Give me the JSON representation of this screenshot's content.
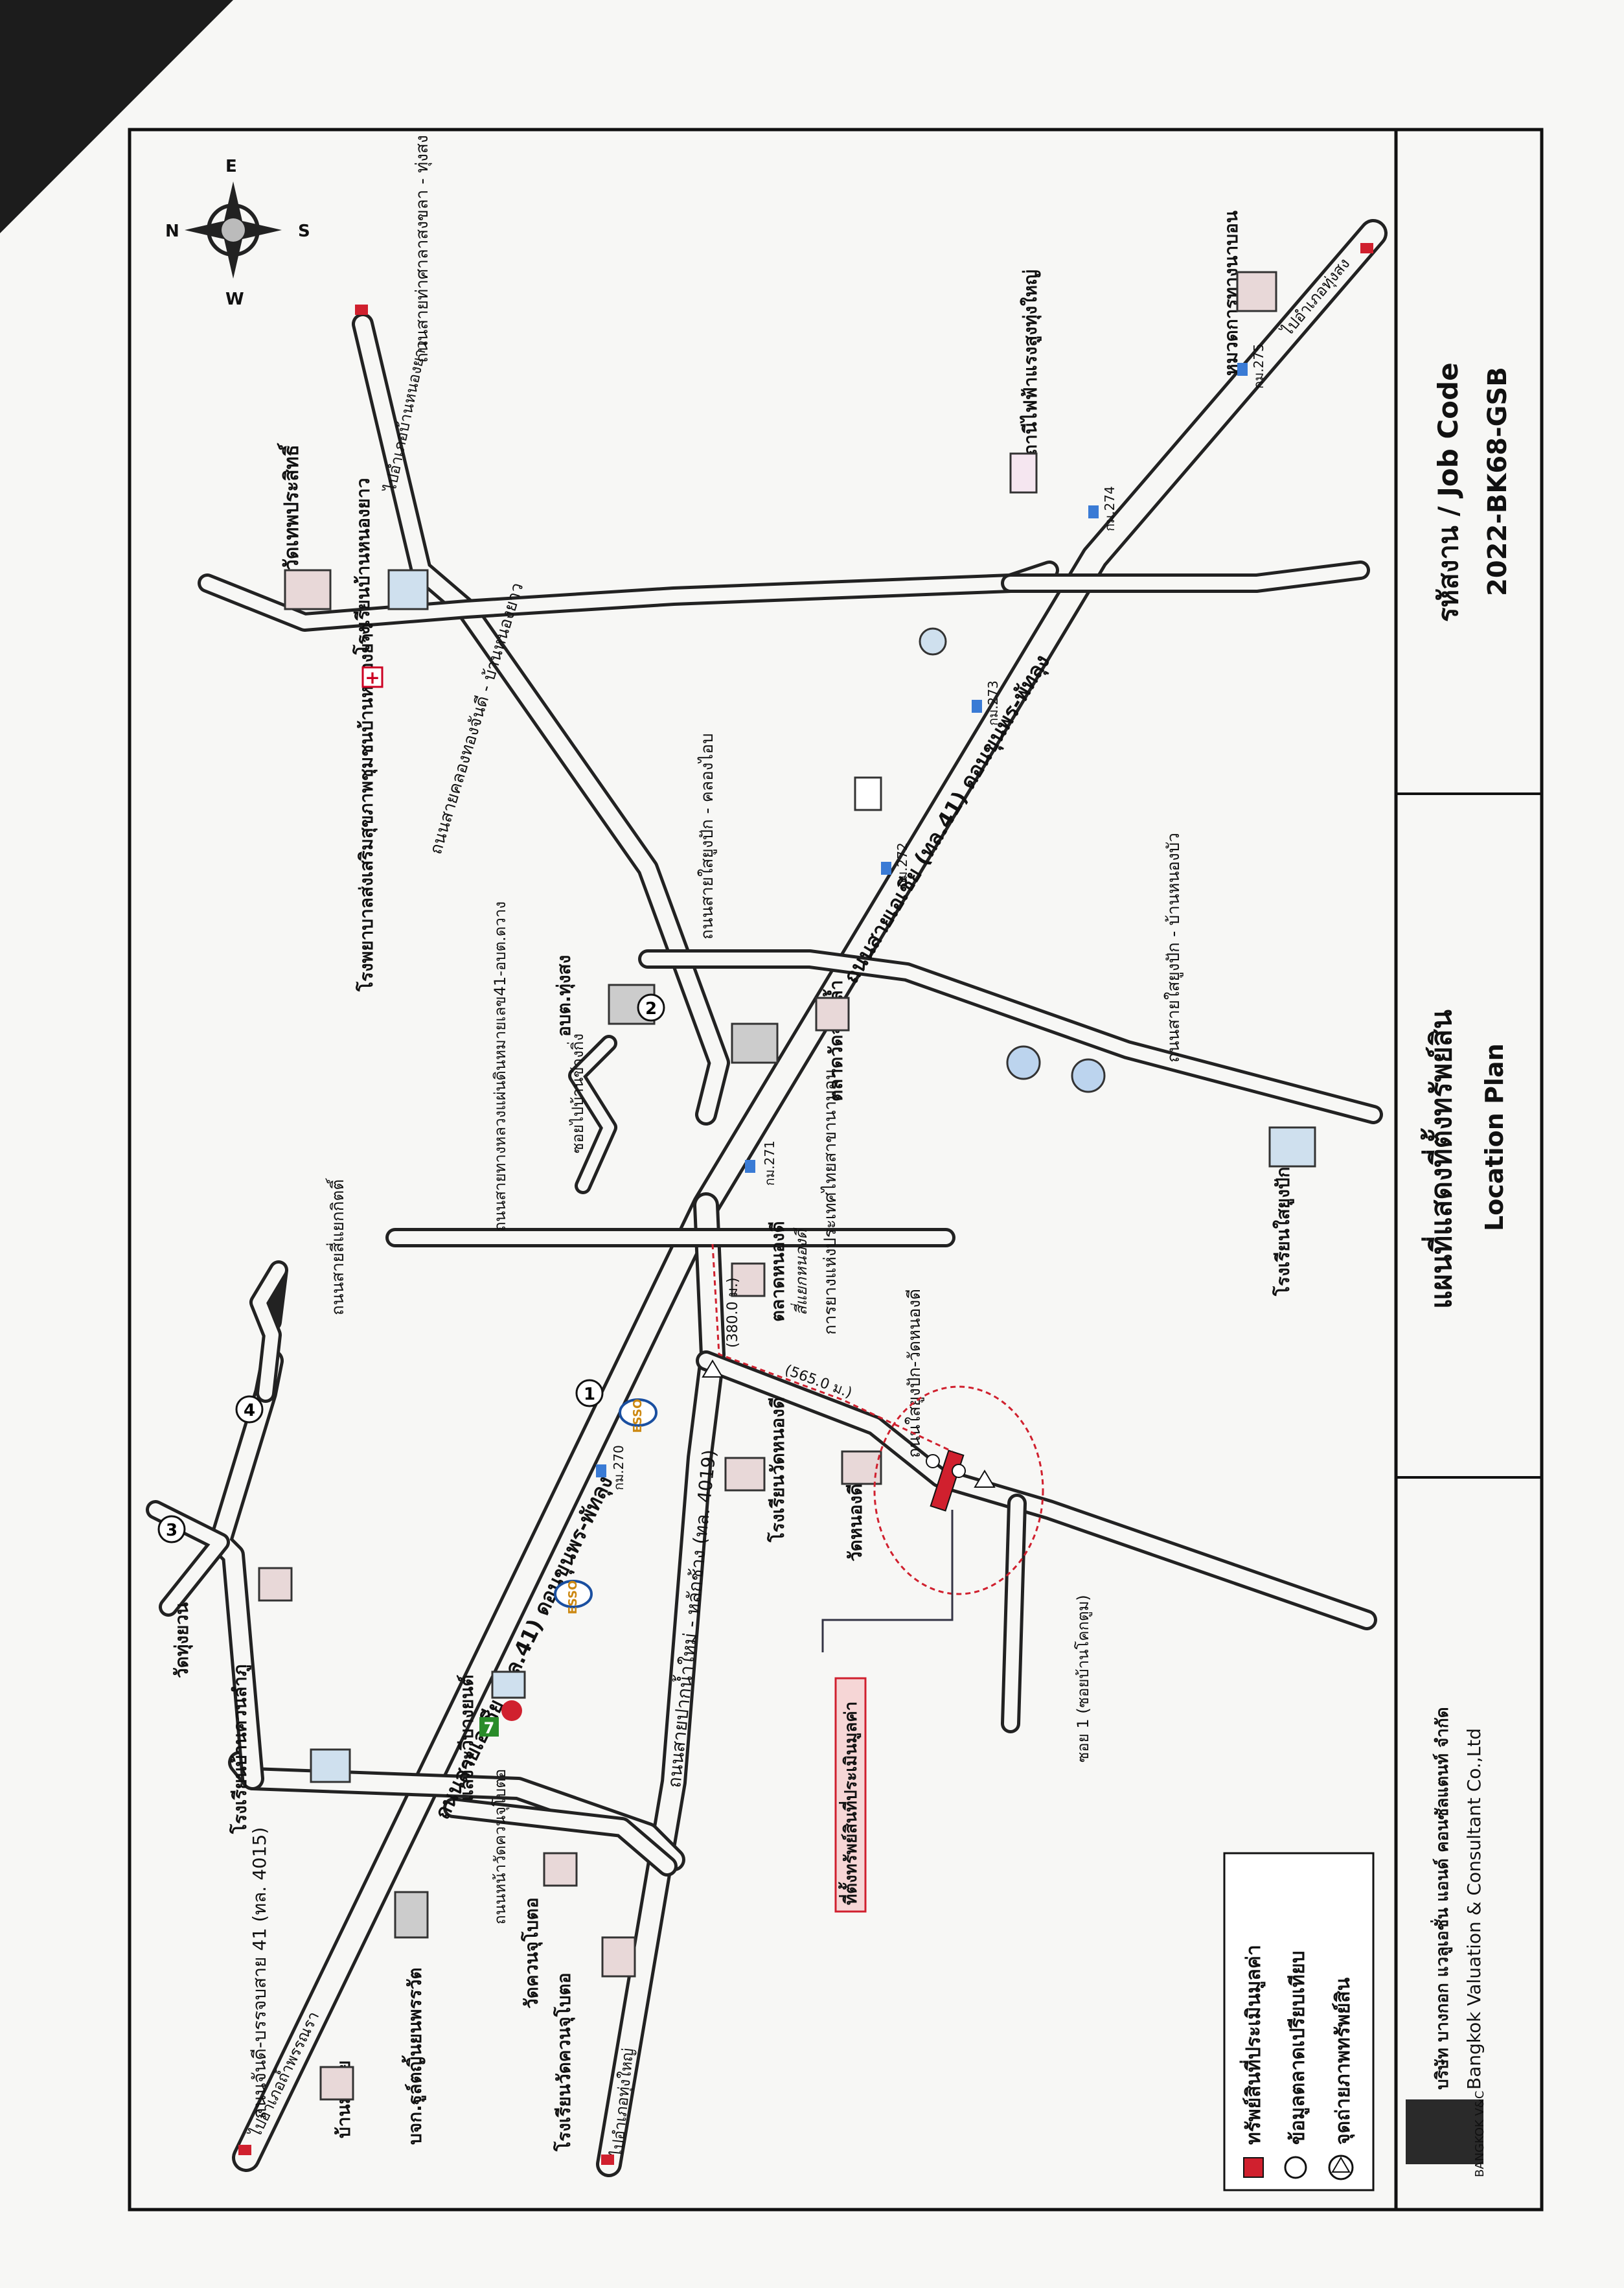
{
  "title_box": {
    "title_th": "แผนที่แสดงที่ตั้งทรัพย์สิน",
    "title_en": "Location Plan",
    "job_code_label": "รหัสงาน / Job Code",
    "job_code": "2022-BK68-GSB"
  },
  "company": {
    "name_th": "บริษัท บางกอก แวลูเอชั่น แอนด์ คอนซัลแตนท์ จำกัด",
    "name_en": "Bangkok Valuation & Consultant Co.,Ltd",
    "logo_text": "BANGKOK V&C"
  },
  "legend": [
    {
      "symbol": "square",
      "label": "ทรัพย์สินที่ประเมินมูลค่า",
      "color": "#d0202e"
    },
    {
      "symbol": "circle",
      "label": "ข้อมูลตลาดเปรียบเทียบ"
    },
    {
      "symbol": "triangle-circle",
      "label": "จุดถ่ายภาพทรัพย์สิน"
    }
  ],
  "compass": {
    "n": "N",
    "e": "E",
    "s": "S",
    "w": "W"
  },
  "subject_label": "ที่ตั้งทรัพย์สินที่ประเมินมูลค่า",
  "distance_1": "(380.0 ม.)",
  "distance_2": "(565.0 ม.)",
  "markers": [
    "1",
    "2",
    "3",
    "4"
  ],
  "brands": {
    "esso": "ESSO",
    "seven": "7"
  },
  "roads": {
    "main1": "ถนนสายเอเชีย (ทล.41) ดอนขุนพร-พัทลุง",
    "main2": "ถนนสายเอเชีย (ทล.41) ดอนขุนพร-พัทลุง",
    "r4015": "ถนนจันดี-บรรจบสาย 41 (ทล. 4015)",
    "r4019": "ถนนสายปากน้ำใหม่ - หลักช้าง (ทล. 4019)",
    "khaothong": "ถนนสายคลองทองจันดี - บ้านหนองยาว",
    "thungsong": "ถนนสายท่าศาลาสงขลา - ทุ่งสง",
    "saiyupak_ko": "ถนนสายใสยูงปัก - คลองไอบ",
    "saiyupak_ban": "ถนนสายใสยูงปัก - บ้านหนองบัว",
    "saiyupak_wat": "ถนนใสยูงปัก-วัดหนองดี",
    "siyaek": "ถนนสายสี่แยกกิตติ์",
    "watkuanjo": "ถนนหน้าวัดควนจุโบตอ",
    "soi1": "ซอย 1 (ซอยบ้านโคกตูม)",
    "soi_kharaj": "ซอยไปบ้านข้างกิ่ง",
    "chaweng": "ถนนสายทางหลวงแผ่นดินหมายเลข41-อบต.ดวาง"
  },
  "places": {
    "hospital": "โรงพยาบาลส่งเสริมสุขภาพชุมชนบ้านหนองยาว",
    "wat_thep": "วัดเทพประสิทธิ์",
    "school_nongyao": "โรงเรียนบ้านหนองยาว",
    "abt_thungsong": "อบต.ทุ่งสง",
    "market_wat": "ตลาดวัดจุดกล้ำ",
    "market_nongdi": "ตลาดหนองดี",
    "sub_nongdi": "สี่แยกหนองดี",
    "pea": "การยางแห่งประเทศไทยสาขานาบอน",
    "wat_nongdi": "วัดหนองดี",
    "school_watnongdi": "โรงเรียนวัดหนองดี",
    "school_saiyupak": "โรงเรียนใสยูงปัก",
    "substation": "สถานีไฟฟ้าแรงสูงทุ่งใหญ่",
    "police": "หมวดการทางนาบอน",
    "wat_thungyuan": "วัดทุ่งยวน",
    "school_bankuan": "โรงเรียนบ้านควนลำภู",
    "school_watkuanjo": "โรงเรียนวัดควนจุโบตอ",
    "wat_kuanjo": "วัดควนจุโบตอ",
    "sangrawi": "แสงระวีบางยนต์",
    "clinic": "บจก.ฐูล์ตญิ้นยนพรรวัต",
    "ban_mala": "บ้านมาลัย",
    "to_nakhon": "ไปอำเภอถ้ำพรรณรา",
    "to_thungyai": "ไปอำเภอทุ่งใหญ่",
    "to_thungsong": "ไปอำเภอทุ่งสง",
    "to_bannongyao": "ไปอำเภอบ้านหนองยาว"
  },
  "km_posts": [
    "กม.270",
    "กม.271",
    "กม.272",
    "กม.273",
    "กม.274",
    "กม.275"
  ]
}
